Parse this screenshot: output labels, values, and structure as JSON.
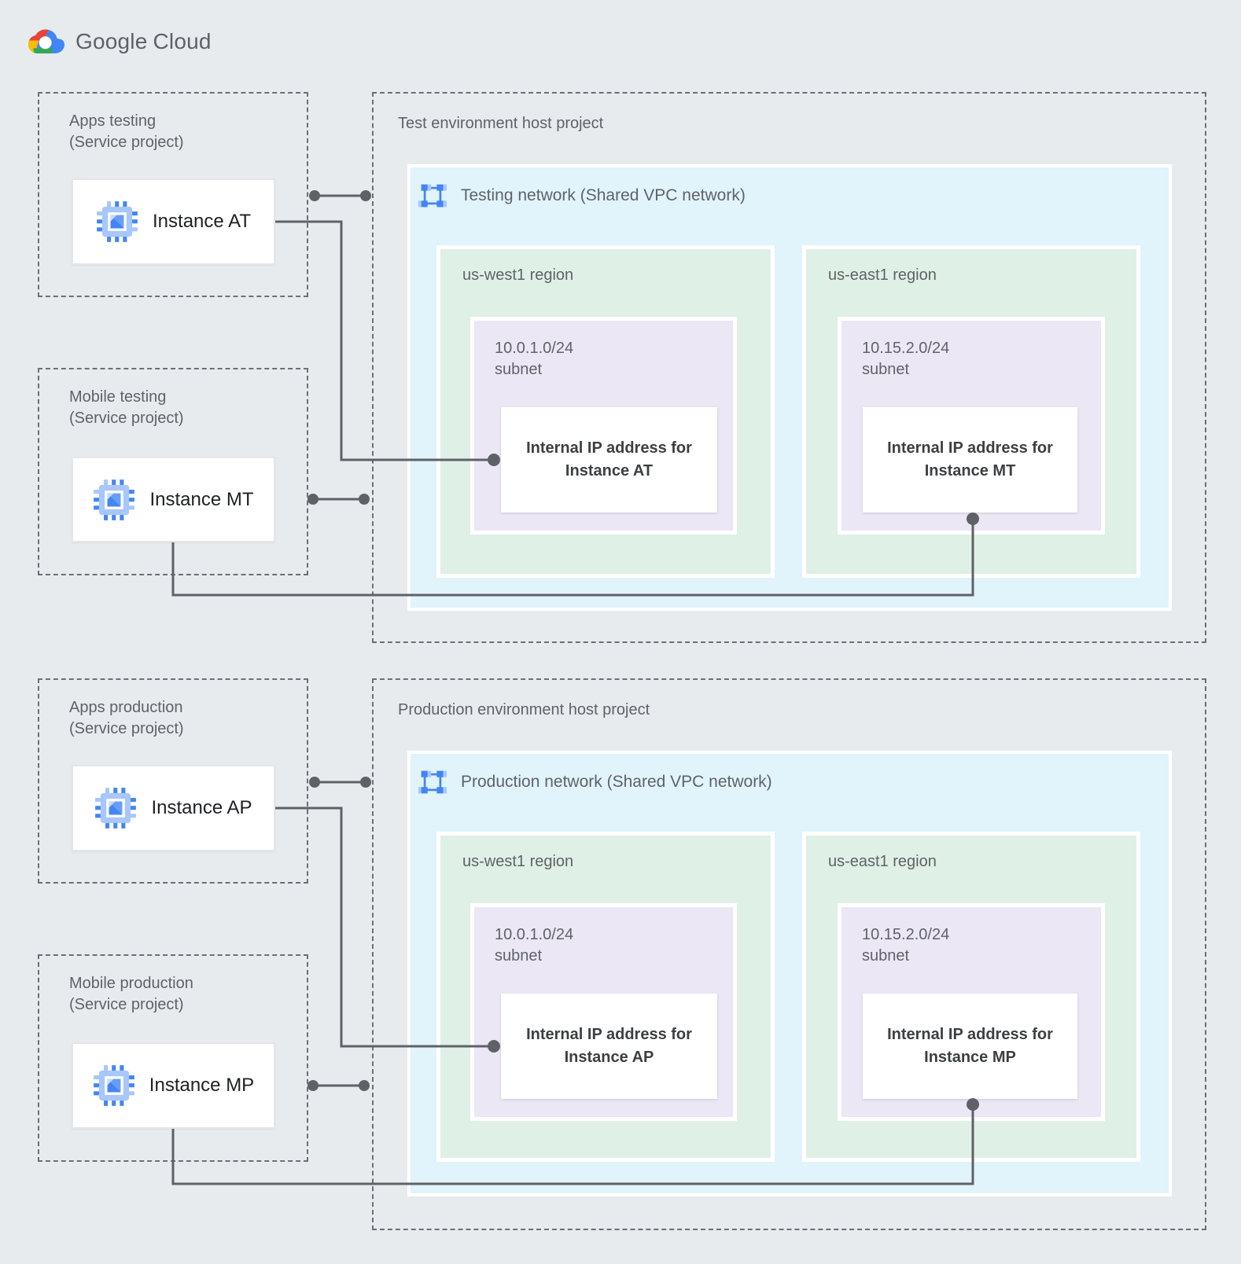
{
  "logo": {
    "brand": "Google",
    "product": "Cloud"
  },
  "colors": {
    "canvas_bg": "#E8EBEE",
    "network_bg": "#E1F3FB",
    "region_bg": "#DFF0E6",
    "subnet_bg": "#ECE7F5",
    "connector": "#5E6266",
    "accent_blue": "#4285F4"
  },
  "sections": [
    {
      "id": "test",
      "service_projects": [
        {
          "name": "Apps testing",
          "type": "(Service project)",
          "instance": "Instance AT"
        },
        {
          "name": "Mobile testing",
          "type": "(Service project)",
          "instance": "Instance MT"
        }
      ],
      "host_project": {
        "title": "Test environment host project",
        "network": {
          "label": "Testing network (Shared VPC network)",
          "regions": [
            {
              "label": "us-west1 region",
              "cidr": "10.0.1.0/24",
              "subnet_word": "subnet",
              "ip_line1": "Internal IP address for",
              "ip_line2": "Instance AT"
            },
            {
              "label": "us-east1 region",
              "cidr": "10.15.2.0/24",
              "subnet_word": "subnet",
              "ip_line1": "Internal IP address for",
              "ip_line2": "Instance MT"
            }
          ]
        }
      }
    },
    {
      "id": "production",
      "service_projects": [
        {
          "name": "Apps production",
          "type": "(Service project)",
          "instance": "Instance AP"
        },
        {
          "name": "Mobile production",
          "type": "(Service project)",
          "instance": "Instance MP"
        }
      ],
      "host_project": {
        "title": "Production environment host project",
        "network": {
          "label": "Production network (Shared VPC network)",
          "regions": [
            {
              "label": "us-west1 region",
              "cidr": "10.0.1.0/24",
              "subnet_word": "subnet",
              "ip_line1": "Internal IP address for",
              "ip_line2": "Instance AP"
            },
            {
              "label": "us-east1 region",
              "cidr": "10.15.2.0/24",
              "subnet_word": "subnet",
              "ip_line1": "Internal IP address for",
              "ip_line2": "Instance MP"
            }
          ]
        }
      }
    }
  ]
}
